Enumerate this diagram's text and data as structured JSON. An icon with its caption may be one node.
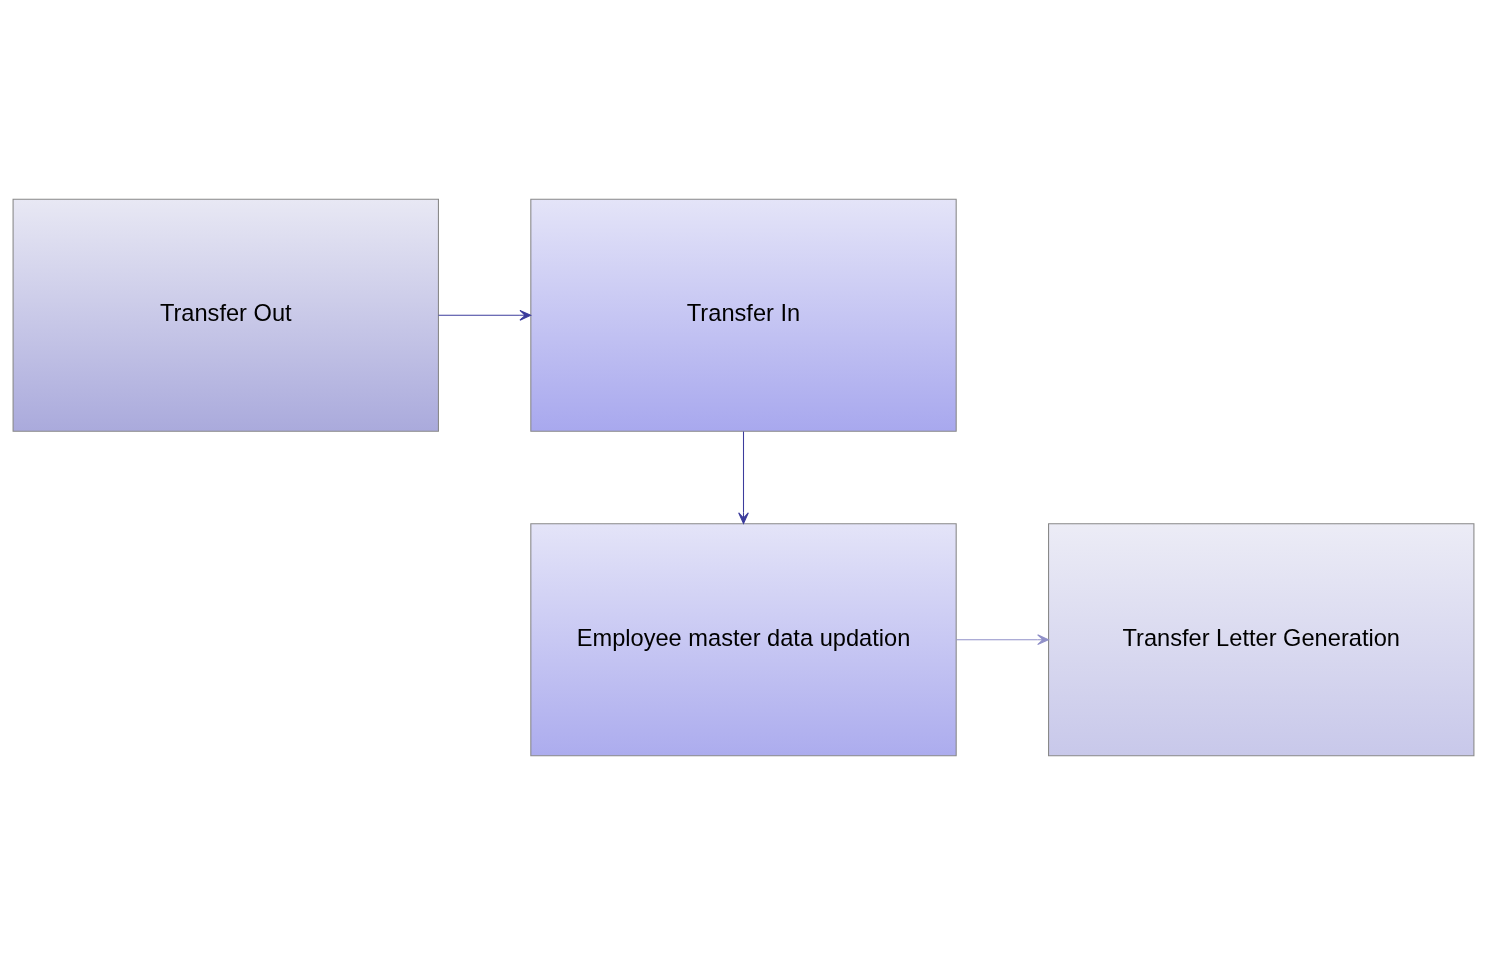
{
  "diagram": {
    "nodes": [
      {
        "text": [
          "Transfer Out"
        ]
      },
      {
        "text": [
          "Transfer In"
        ]
      },
      {
        "text": [
          "Employee master data updation"
        ]
      },
      {
        "text": [
          "Transfer Letter Generation"
        ]
      }
    ],
    "edges": [
      {
        "from": 0,
        "to": 1,
        "arrow": "to"
      },
      {
        "from": 1,
        "to": 2,
        "arrow": "to"
      },
      {
        "from": 2,
        "to": 3,
        "arrow": "to",
        "color": "#9090c8"
      }
    ]
  }
}
